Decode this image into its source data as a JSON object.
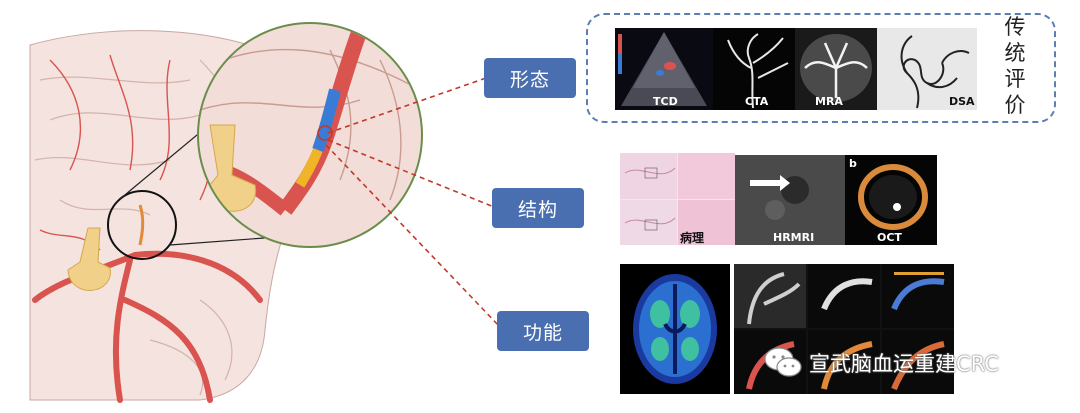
{
  "labels": {
    "morphology": "形态",
    "structure": "结构",
    "function": "功能"
  },
  "traditional_eval": [
    "传",
    "统",
    "评",
    "价"
  ],
  "morphology_images": [
    "TCD",
    "CTA",
    "MRA",
    "DSA"
  ],
  "structure_images": [
    "病理",
    "HRMRI",
    "OCT"
  ],
  "oct_panel_letter": "b",
  "watermark": "宣武脑血运重建CRC",
  "colors": {
    "label_bg": "#4a6fb0",
    "dashed_border": "#5b7fb2",
    "connector": "#c0392b",
    "artery": "#d9534f"
  }
}
